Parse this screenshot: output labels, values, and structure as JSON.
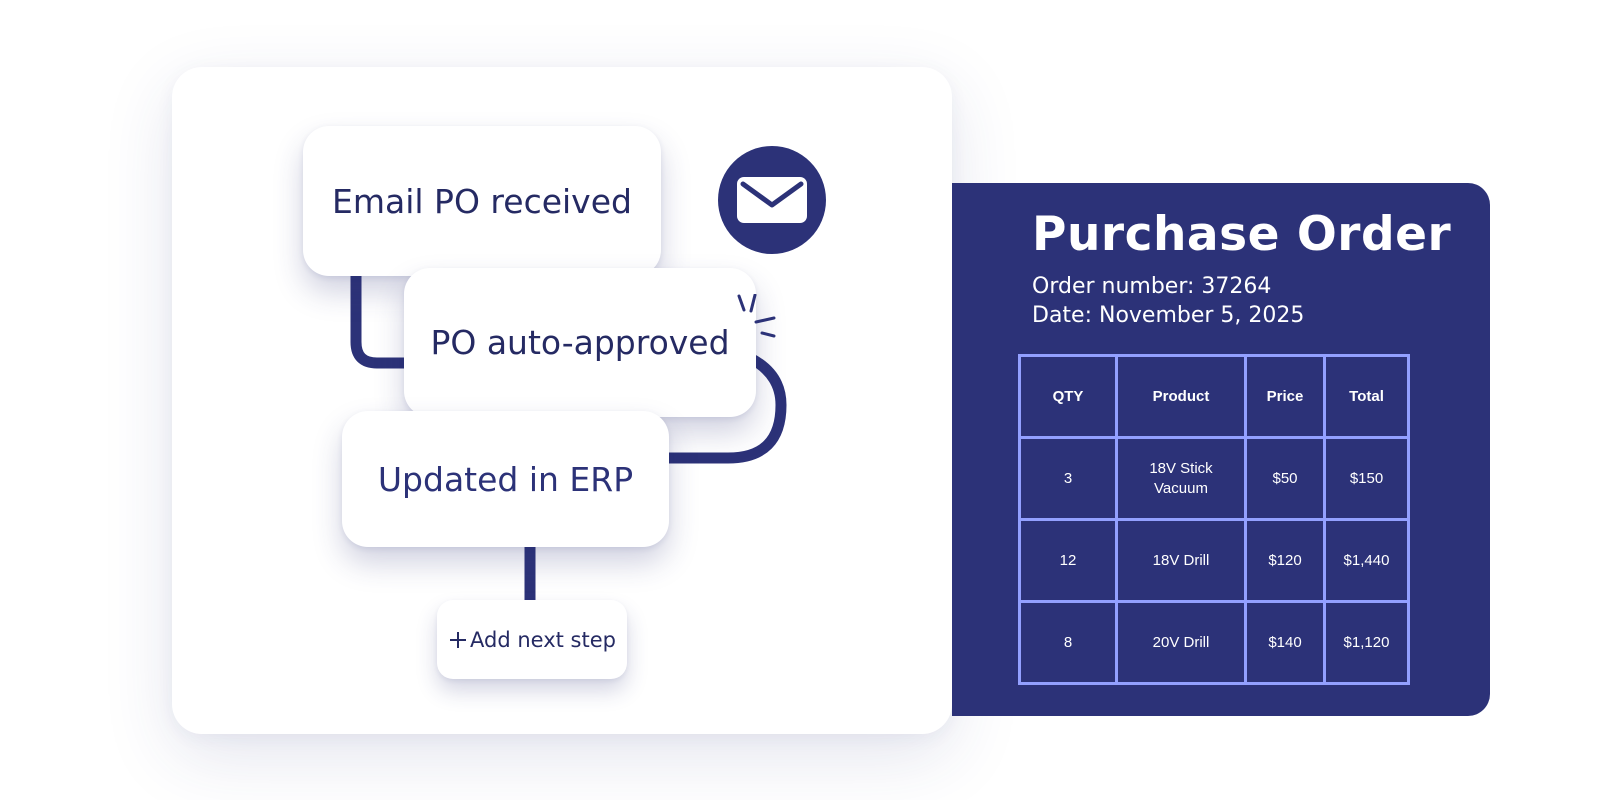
{
  "workflow": {
    "steps": [
      {
        "label": "Email PO received"
      },
      {
        "label": "PO auto-approved"
      },
      {
        "label": "Updated in ERP"
      }
    ],
    "add_step_label": "Add next step"
  },
  "icons": {
    "mail": "mail-icon",
    "sparkle": "sparkle-icon",
    "plus": "plus-icon"
  },
  "purchase_order": {
    "title": "Purchase Order",
    "order_number": "Order number: 37264",
    "date": "Date: November 5, 2025",
    "columns": [
      "QTY",
      "Product",
      "Price",
      "Total"
    ],
    "rows": [
      [
        "3",
        "18V Stick Vacuum",
        "$50",
        "$150"
      ],
      [
        "12",
        "18V Drill",
        "$120",
        "$1,440"
      ],
      [
        "8",
        "20V Drill",
        "$140",
        "$1,120"
      ]
    ]
  },
  "colors": {
    "brand_navy": "#2c3278",
    "table_grid": "#93a0ff",
    "card_background": "#ffffff"
  }
}
